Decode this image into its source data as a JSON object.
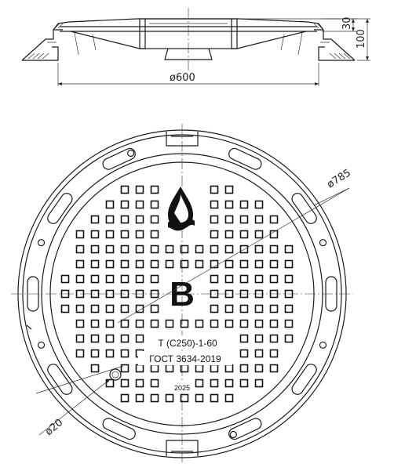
{
  "dimensions": {
    "cover_diameter": "ø600",
    "frame_diameter": "ø785",
    "hole_diameter": "ø20",
    "total_height": "100",
    "cover_height": "30"
  },
  "markings": {
    "class_letter": "B",
    "load_class": "Т (С250)-1-60",
    "standard": "ГОСТ 3634-2019",
    "year": "2025"
  },
  "icons": {
    "water_drop": "water-drop-logo-icon"
  }
}
